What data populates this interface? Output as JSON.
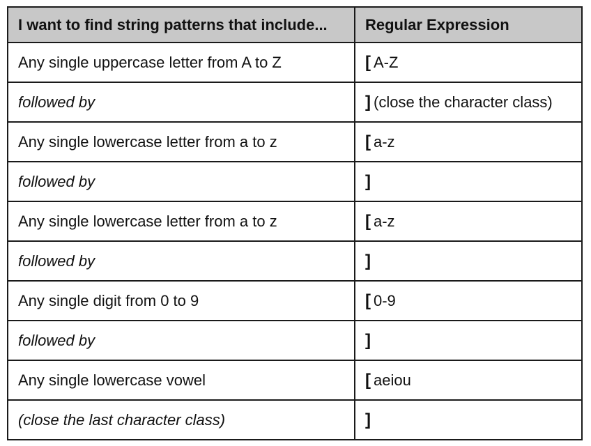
{
  "table": {
    "headers": [
      "I want to find string patterns that include...",
      "Regular Expression"
    ],
    "rows": [
      {
        "description": "Any single uppercase letter from A to Z",
        "italic": false,
        "bracket": "[",
        "expression": "A-Z"
      },
      {
        "description": "followed by",
        "italic": true,
        "bracket": "]",
        "expression": "(close the character class)"
      },
      {
        "description": "Any single lowercase letter from a to z",
        "italic": false,
        "bracket": "[",
        "expression": "a-z"
      },
      {
        "description": "followed by",
        "italic": true,
        "bracket": "]",
        "expression": ""
      },
      {
        "description": "Any single lowercase letter from a to z",
        "italic": false,
        "bracket": "[",
        "expression": "a-z"
      },
      {
        "description": "followed by",
        "italic": true,
        "bracket": "]",
        "expression": ""
      },
      {
        "description": "Any single digit from 0 to 9",
        "italic": false,
        "bracket": "[",
        "expression": "0-9"
      },
      {
        "description": "followed by",
        "italic": true,
        "bracket": "]",
        "expression": ""
      },
      {
        "description": "Any single lowercase vowel",
        "italic": false,
        "bracket": "[",
        "expression": "aeiou"
      },
      {
        "description": "(close the last character class)",
        "italic": true,
        "bracket": "]",
        "expression": ""
      }
    ]
  }
}
